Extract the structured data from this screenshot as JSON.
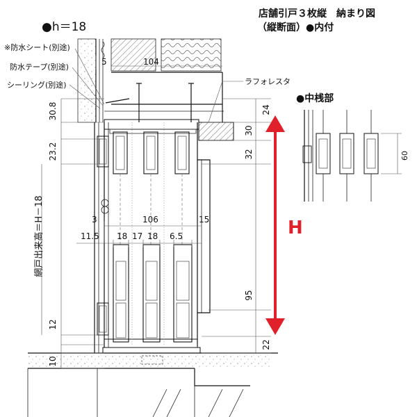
{
  "header": {
    "h_label": "●h＝18",
    "title_line1": "店舗引戸３枚縦　納まり図",
    "title_line2": "（縦断面）●内付"
  },
  "notes": {
    "waterproof_sheet": "※防水シート(別途)",
    "waterproof_tape": "防水テープ(別途)",
    "sealing": "シーリング(別途)",
    "raffolesta": "ラフォレスタ",
    "nakasanbu": "●中桟部"
  },
  "dims": {
    "d5": "5",
    "d104": "104",
    "d30_8": "30.8",
    "d23_2": "23.2",
    "d12": "12",
    "d10": "10",
    "d24": "24",
    "d30": "30",
    "d32": "32",
    "d3": "3",
    "d106": "106",
    "d15": "15",
    "d11_5": "11.5",
    "d18a": "18",
    "d17": "17",
    "d18b": "18",
    "d6_5": "6.5",
    "d95": "95",
    "d22": "22",
    "d60": "60"
  },
  "labels": {
    "screen_height": "網戸出来高＝H－18",
    "height_letter": "H"
  },
  "colors": {
    "arrow": "#e0202a",
    "line": "#111111",
    "hatch": "#444444"
  }
}
